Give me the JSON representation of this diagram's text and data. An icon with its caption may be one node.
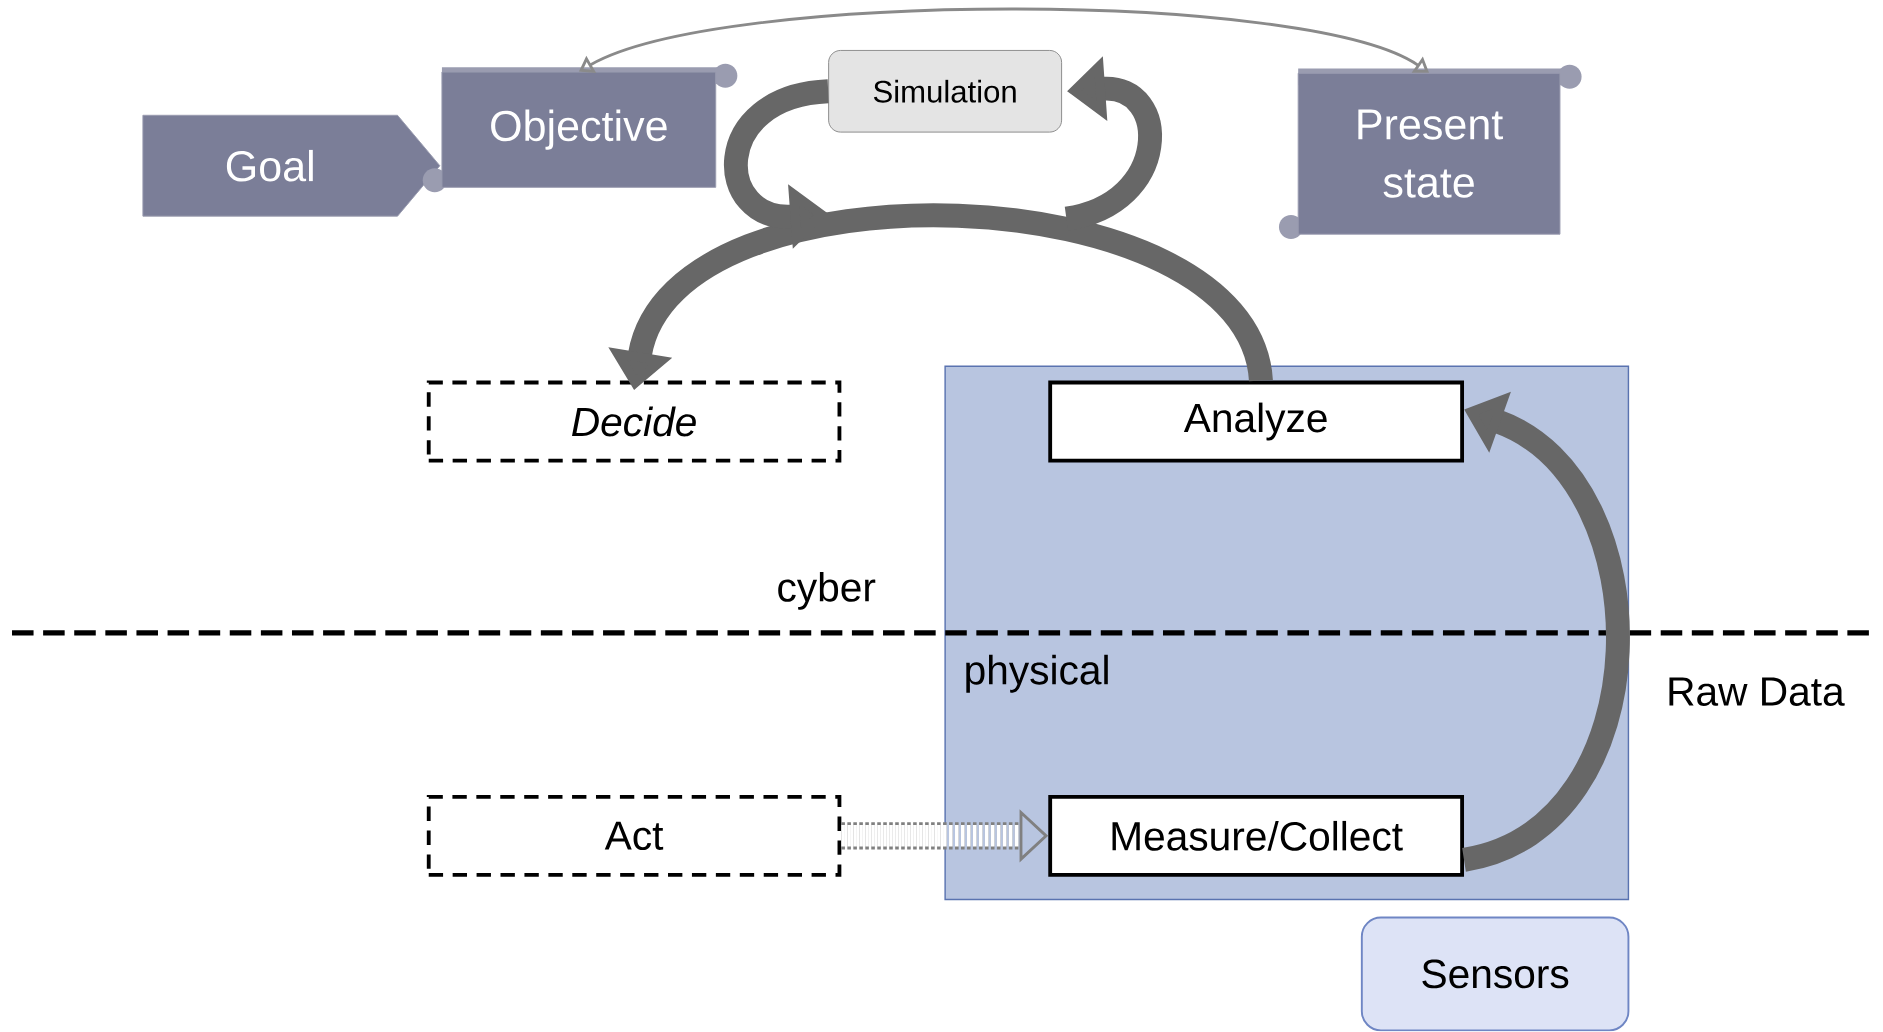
{
  "diagram": {
    "nodes": [
      {
        "text": [
          "Goal"
        ]
      },
      {
        "text": [
          "Objective"
        ]
      },
      {
        "text": [
          "Simulation"
        ]
      },
      {
        "text": [
          "Present state"
        ]
      },
      {
        "text": [
          "Decide"
        ]
      },
      {
        "text": [
          "Analyze"
        ]
      },
      {
        "text": [
          "Act"
        ]
      },
      {
        "text": [
          "Measure/Collect"
        ]
      },
      {
        "text": [
          "Sensors"
        ]
      }
    ],
    "edges": [
      {
        "from": 1,
        "to": 3,
        "arrow": "both",
        "color": "#8a8a8a"
      },
      {
        "from": 5,
        "to": 4,
        "arrow": "to"
      },
      {
        "from": null,
        "to": 2,
        "arrow": "to"
      },
      {
        "from": 2,
        "to": null,
        "arrow": "to"
      },
      {
        "from": 7,
        "to": 5,
        "arrow": "to"
      },
      {
        "from": 6,
        "to": 7,
        "arrow": "to",
        "style": "dashed"
      }
    ],
    "labels": [
      "cyber",
      "physical",
      "Raw Data"
    ]
  }
}
